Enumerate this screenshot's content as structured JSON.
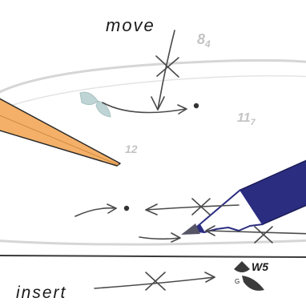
{
  "labels": {
    "move": "move",
    "insert": "insert",
    "piece_code": "W5",
    "piece_sub": "G"
  },
  "numbers": [
    {
      "main": "8",
      "sub": "4"
    },
    {
      "main": "11",
      "sub": "7"
    },
    {
      "main": "12",
      "sub": ""
    }
  ],
  "colors": {
    "pencil_body": "#2b2d80",
    "orange_stick": "#f4b068",
    "faint_line": "#d4d4d4",
    "arrow": "#4a4a4a",
    "number_gray": "#c4c4c4",
    "piece_fill": "#bcd2d2"
  },
  "icons": {
    "pencil": "pencil-icon",
    "stick": "wooden-stick-icon",
    "piece_top": "piece-icon",
    "piece_bottom": "piece-icon"
  }
}
